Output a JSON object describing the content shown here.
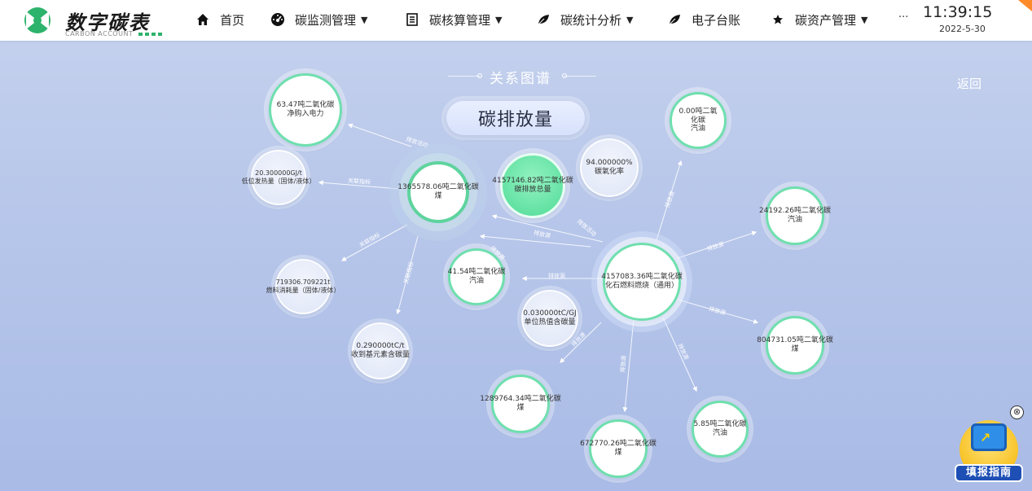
{
  "header": {
    "logo_title": "数字碳表",
    "logo_sub": "CARBON ACCOUNT",
    "nav": [
      {
        "label": "首页",
        "icon": "home-icon",
        "has_menu": false
      },
      {
        "label": "碳监测管理",
        "icon": "dashboard-icon",
        "has_menu": true
      },
      {
        "label": "碳核算管理",
        "icon": "document-icon",
        "has_menu": true
      },
      {
        "label": "碳统计分析",
        "icon": "leaf-icon",
        "has_menu": true
      },
      {
        "label": "电子台账",
        "icon": "leaf-icon",
        "has_menu": false
      },
      {
        "label": "碳资产管理",
        "icon": "star-icon",
        "has_menu": true
      }
    ],
    "more": "···",
    "time": "11:39:15",
    "date": "2022-5-30"
  },
  "graph": {
    "title": "关系图谱",
    "back": "返回",
    "center_label": "碳排放量",
    "nodes": [
      {
        "id": "n1",
        "line1": "63.47吨二氧化碳",
        "line2": "净购入电力"
      },
      {
        "id": "n2",
        "line1": "20.300000GJ/t",
        "line2": "低位发热量（固体/液体）"
      },
      {
        "id": "n3",
        "line1": "1365578.06吨二氧化碳",
        "line2": "煤"
      },
      {
        "id": "n4",
        "line1": "4157146.82吨二氧化碳",
        "line2": "碳排放总量"
      },
      {
        "id": "n5",
        "line1": "94.000000%",
        "line2": "碳氧化率"
      },
      {
        "id": "n6",
        "line1": "0.00吨二氧化碳",
        "line2": "汽油"
      },
      {
        "id": "n7",
        "line1": "24192.26吨二氧化碳",
        "line2": "汽油"
      },
      {
        "id": "n8",
        "line1": "719306.709221t",
        "line2": "燃料消耗量（固体/液体）"
      },
      {
        "id": "n9",
        "line1": "41.54吨二氧化碳",
        "line2": "汽油"
      },
      {
        "id": "n10",
        "line1": "4157083.36吨二氧化碳",
        "line2": "化石燃料燃烧（通用）"
      },
      {
        "id": "n11",
        "line1": "0.030000tC/GJ",
        "line2": "单位热值含碳量"
      },
      {
        "id": "n12",
        "line1": "0.290000tC/t",
        "line2": "收到基元素含碳量"
      },
      {
        "id": "n13",
        "line1": "804731.05吨二氧化碳",
        "line2": "煤"
      },
      {
        "id": "n14",
        "line1": "1289764.34吨二氧化碳",
        "line2": "煤"
      },
      {
        "id": "n15",
        "line1": "672770.26吨二氧化碳",
        "line2": "煤"
      },
      {
        "id": "n16",
        "line1": "5.85吨二氧化碳",
        "line2": "汽油"
      }
    ],
    "edge_labels": {
      "emission_source": "排放源",
      "emission_activity": "排放活动",
      "related_indicator": "关联指标"
    }
  },
  "guide": {
    "label": "填报指南"
  },
  "close": "⊗"
}
